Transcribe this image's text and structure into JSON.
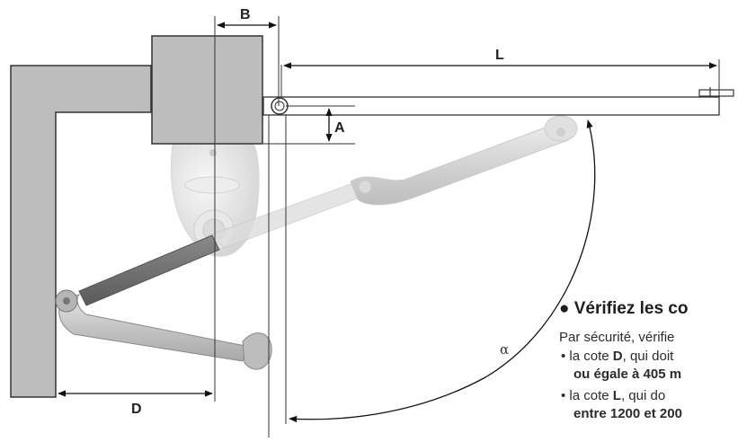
{
  "diagram": {
    "labels": {
      "b": "B",
      "l": "L",
      "a": "A",
      "d": "D",
      "alpha": "α"
    }
  },
  "text": {
    "heading": "● Vérifiez les co",
    "intro": "Par sécurité, vérifie",
    "bullet1_prefix": "• la cote ",
    "bullet1_key": "D",
    "bullet1_suffix": ", qui doit",
    "bullet1_cont": "ou égale à 405 m",
    "bullet2_prefix": "• la cote ",
    "bullet2_key": "L",
    "bullet2_suffix": ", qui do",
    "bullet2_cont": "entre 1200 et 200"
  }
}
